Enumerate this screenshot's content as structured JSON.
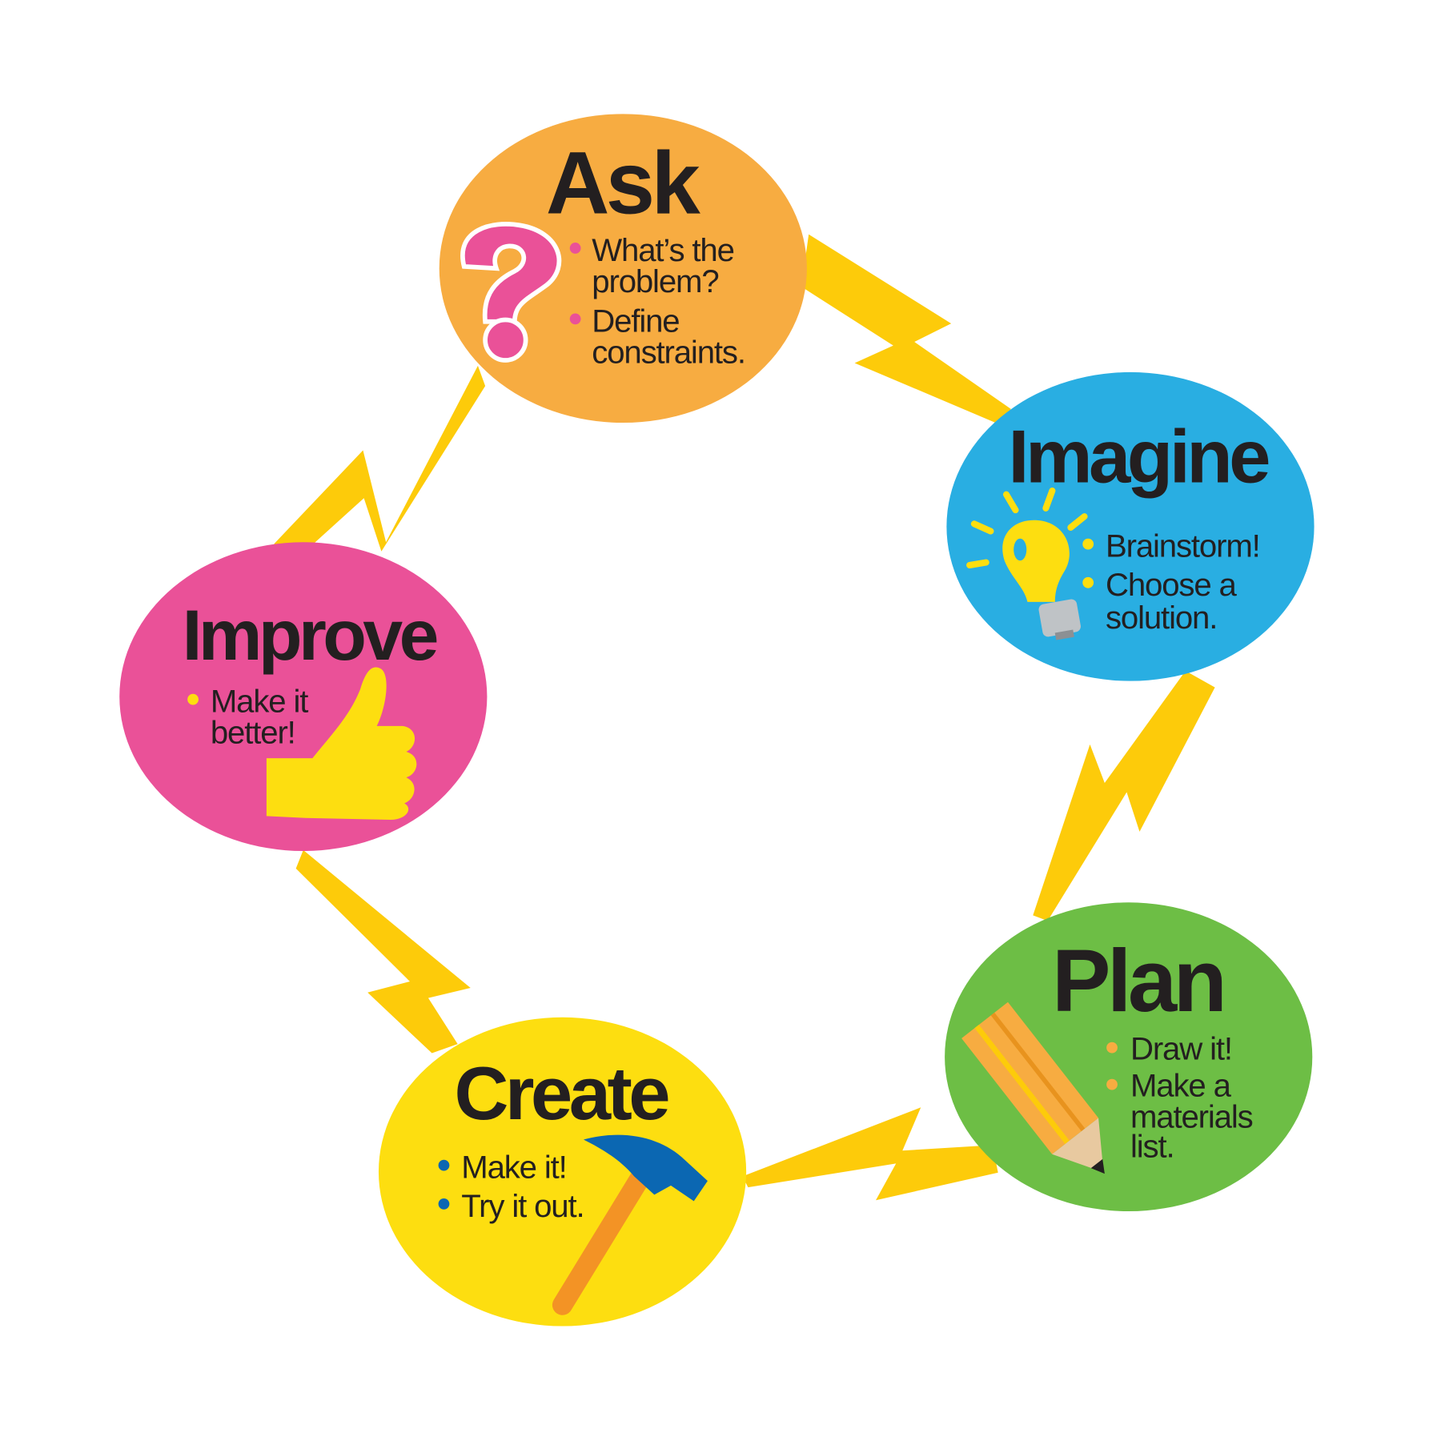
{
  "colors": {
    "bolt": "#FDCB0A",
    "ask": "#F7AC41",
    "imagine": "#29AEE2",
    "plan": "#6DBE45",
    "create": "#FDDE10",
    "improve": "#EA5198",
    "text": "#231F20"
  },
  "steps": {
    "ask": {
      "title": "Ask",
      "icon": "question-mark-icon",
      "bullets": [
        "What’s the",
        "problem?",
        "Define",
        "constraints."
      ]
    },
    "imagine": {
      "title": "Imagine",
      "icon": "lightbulb-icon",
      "bullets": [
        "Brainstorm!",
        "Choose a",
        "solution."
      ]
    },
    "plan": {
      "title": "Plan",
      "icon": "pencil-icon",
      "bullets": [
        "Draw it!",
        "Make a",
        "materials",
        "list."
      ]
    },
    "create": {
      "title": "Create",
      "icon": "hammer-icon",
      "bullets": [
        "Make it!",
        "Try it out."
      ]
    },
    "improve": {
      "title": "Improve",
      "icon": "thumbs-up-icon",
      "bullets": [
        "Make it",
        "better!"
      ]
    }
  }
}
